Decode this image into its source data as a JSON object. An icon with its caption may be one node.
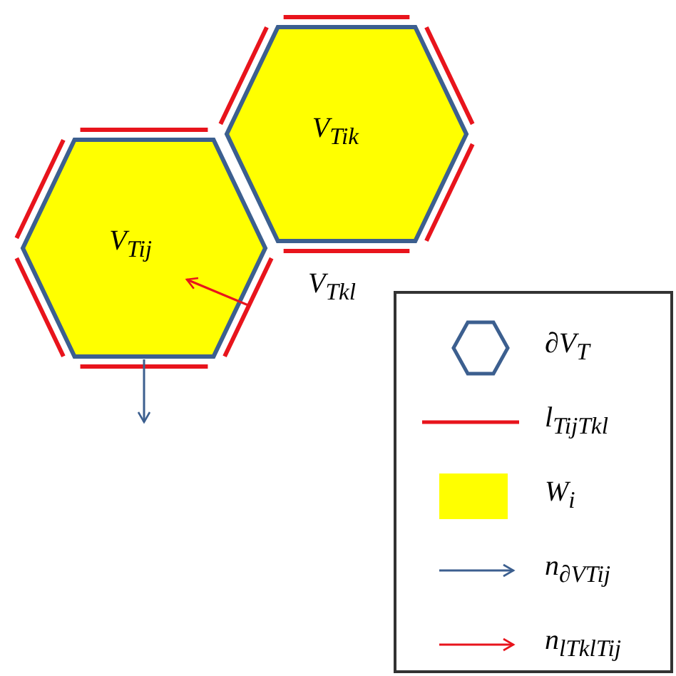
{
  "diagram": {
    "nodes": [
      {
        "text": [
          "V$_{Tij}$"
        ]
      },
      {
        "text": [
          "V$_{Tik}$"
        ]
      }
    ],
    "labels": [
      "V$_{Tkl}$"
    ],
    "legend": [
      {
        "text": "∂V$_{T}$"
      },
      {
        "text": "l$_{TijTkl}$"
      },
      {
        "text": "W$_{i}$",
        "color": "#ffff00"
      },
      {
        "text": "n$_{∂VTij}$"
      },
      {
        "text": "n$_{lTklTij}$"
      }
    ]
  }
}
